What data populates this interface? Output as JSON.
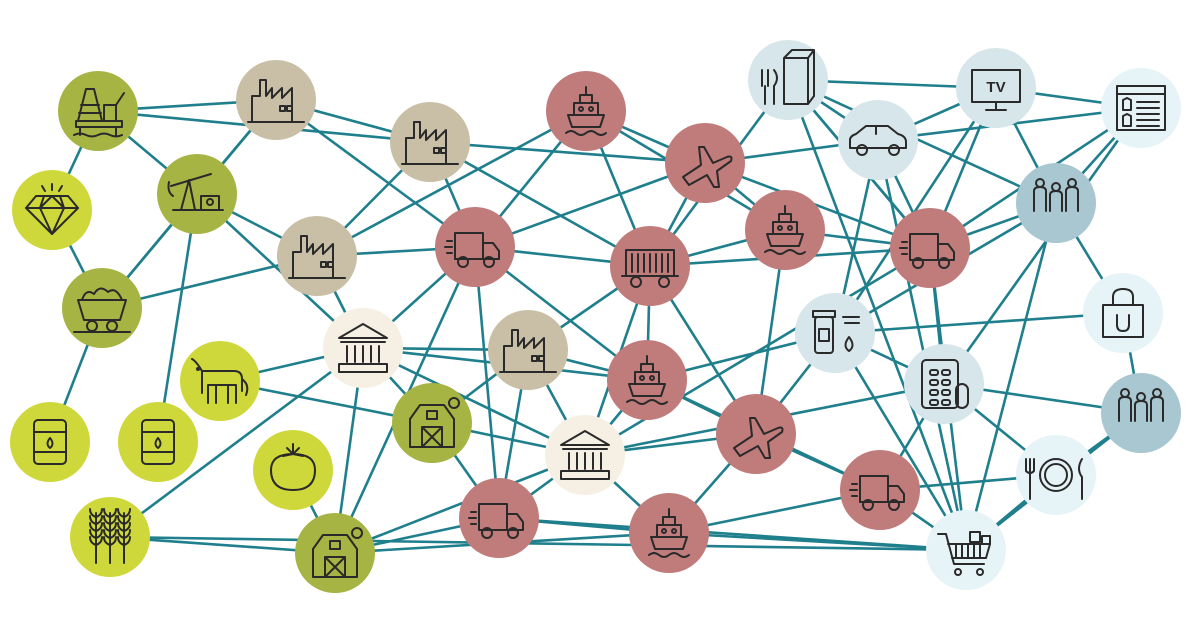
{
  "palette": {
    "edge": "#1f7f8c",
    "raw_light": "#cfd83a",
    "raw_dark": "#a6b443",
    "factory": "#c8bfa6",
    "finance": "#f5f0e3",
    "logistics": "#c07b7b",
    "consumer_light": "#d7e6ea",
    "consumer_mid": "#a9c7d1",
    "consumer_pale": "#e6f3f7"
  },
  "icon_labels": {
    "tv": "TV"
  },
  "nodes": [
    {
      "id": "oil-rig",
      "icon": "oil-rig-icon",
      "color": "raw_dark"
    },
    {
      "id": "diamond",
      "icon": "diamond-icon",
      "color": "raw_light"
    },
    {
      "id": "pumpjack",
      "icon": "pumpjack-icon",
      "color": "raw_dark"
    },
    {
      "id": "mine-cart",
      "icon": "mine-cart-icon",
      "color": "raw_dark"
    },
    {
      "id": "cow",
      "icon": "cow-icon",
      "color": "raw_light"
    },
    {
      "id": "barrel-left",
      "icon": "oil-barrel-icon",
      "color": "raw_light"
    },
    {
      "id": "barrel-right",
      "icon": "oil-barrel-icon",
      "color": "raw_light"
    },
    {
      "id": "tomato",
      "icon": "tomato-icon",
      "color": "raw_light"
    },
    {
      "id": "wheat",
      "icon": "wheat-icon",
      "color": "raw_light"
    },
    {
      "id": "barn-mid",
      "icon": "barn-icon",
      "color": "raw_dark"
    },
    {
      "id": "barn-bottom",
      "icon": "barn-icon",
      "color": "raw_dark"
    },
    {
      "id": "factory-1",
      "icon": "factory-icon",
      "color": "factory"
    },
    {
      "id": "factory-2",
      "icon": "factory-icon",
      "color": "factory"
    },
    {
      "id": "factory-3",
      "icon": "factory-icon",
      "color": "factory"
    },
    {
      "id": "factory-4",
      "icon": "factory-icon",
      "color": "factory"
    },
    {
      "id": "bank-1",
      "icon": "bank-icon",
      "color": "finance"
    },
    {
      "id": "bank-2",
      "icon": "bank-icon",
      "color": "finance"
    },
    {
      "id": "ship-1",
      "icon": "ship-icon",
      "color": "logistics"
    },
    {
      "id": "plane-1",
      "icon": "airplane-icon",
      "color": "logistics"
    },
    {
      "id": "truck-1",
      "icon": "truck-icon",
      "color": "logistics"
    },
    {
      "id": "ship-2",
      "icon": "ship-icon",
      "color": "logistics"
    },
    {
      "id": "railcar",
      "icon": "rail-car-icon",
      "color": "logistics"
    },
    {
      "id": "truck-2",
      "icon": "truck-icon",
      "color": "logistics"
    },
    {
      "id": "ship-3",
      "icon": "ship-icon",
      "color": "logistics"
    },
    {
      "id": "plane-2",
      "icon": "airplane-icon",
      "color": "logistics"
    },
    {
      "id": "truck-3",
      "icon": "truck-icon",
      "color": "logistics"
    },
    {
      "id": "ship-4",
      "icon": "ship-icon",
      "color": "logistics"
    },
    {
      "id": "truck-4",
      "icon": "truck-icon",
      "color": "logistics"
    },
    {
      "id": "grocery",
      "icon": "food-carton-icon",
      "color": "consumer_light"
    },
    {
      "id": "car",
      "icon": "car-icon",
      "color": "consumer_light"
    },
    {
      "id": "tv",
      "icon": "tv-icon",
      "color": "consumer_light"
    },
    {
      "id": "web-shop",
      "icon": "web-store-icon",
      "color": "consumer_pale"
    },
    {
      "id": "family-1",
      "icon": "family-icon",
      "color": "consumer_mid"
    },
    {
      "id": "shopping-bag",
      "icon": "shopping-bag-icon",
      "color": "consumer_pale"
    },
    {
      "id": "pharma",
      "icon": "medicine-icon",
      "color": "consumer_light"
    },
    {
      "id": "pills",
      "icon": "pills-icon",
      "color": "consumer_light"
    },
    {
      "id": "family-2",
      "icon": "family-icon",
      "color": "consumer_mid"
    },
    {
      "id": "dining",
      "icon": "dining-icon",
      "color": "consumer_pale"
    },
    {
      "id": "cart",
      "icon": "shopping-cart-icon",
      "color": "consumer_pale"
    }
  ],
  "edges": [
    [
      "oil-rig",
      "factory-1"
    ],
    [
      "oil-rig",
      "factory-2"
    ],
    [
      "oil-rig",
      "pumpjack"
    ],
    [
      "oil-rig",
      "diamond"
    ],
    [
      "diamond",
      "mine-cart"
    ],
    [
      "pumpjack",
      "factory-1"
    ],
    [
      "pumpjack",
      "factory-3"
    ],
    [
      "pumpjack",
      "mine-cart"
    ],
    [
      "pumpjack",
      "barrel-right"
    ],
    [
      "pumpjack",
      "bank-1"
    ],
    [
      "mine-cart",
      "factory-1"
    ],
    [
      "mine-cart",
      "barrel-left"
    ],
    [
      "mine-cart",
      "factory-3"
    ],
    [
      "cow",
      "bank-1"
    ],
    [
      "cow",
      "barn-mid"
    ],
    [
      "wheat",
      "barn-bottom"
    ],
    [
      "wheat",
      "bank-1"
    ],
    [
      "wheat",
      "cart"
    ],
    [
      "tomato",
      "barn-bottom"
    ],
    [
      "barn-bottom",
      "bank-1"
    ],
    [
      "barn-bottom",
      "truck-4"
    ],
    [
      "barn-bottom",
      "ship-4"
    ],
    [
      "barn-bottom",
      "bank-2"
    ],
    [
      "barn-bottom",
      "truck-1"
    ],
    [
      "barn-mid",
      "bank-1"
    ],
    [
      "barn-mid",
      "truck-4"
    ],
    [
      "barn-mid",
      "bank-2"
    ],
    [
      "barn-mid",
      "factory-4"
    ],
    [
      "factory-1",
      "factory-2"
    ],
    [
      "factory-2",
      "factory-3"
    ],
    [
      "factory-2",
      "truck-1"
    ],
    [
      "factory-2",
      "railcar"
    ],
    [
      "factory-2",
      "plane-1"
    ],
    [
      "factory-3",
      "bank-1"
    ],
    [
      "factory-3",
      "truck-1"
    ],
    [
      "factory-3",
      "ship-1"
    ],
    [
      "factory-1",
      "truck-1"
    ],
    [
      "bank-1",
      "truck-1"
    ],
    [
      "bank-1",
      "bank-2"
    ],
    [
      "bank-1",
      "ship-3"
    ],
    [
      "bank-1",
      "factory-4"
    ],
    [
      "factory-4",
      "bank-2"
    ],
    [
      "factory-4",
      "railcar"
    ],
    [
      "factory-4",
      "truck-4"
    ],
    [
      "factory-4",
      "ship-3"
    ],
    [
      "truck-1",
      "ship-1"
    ],
    [
      "truck-1",
      "plane-1"
    ],
    [
      "truck-1",
      "railcar"
    ],
    [
      "truck-1",
      "ship-3"
    ],
    [
      "truck-1",
      "truck-4"
    ],
    [
      "ship-1",
      "plane-1"
    ],
    [
      "ship-1",
      "ship-2"
    ],
    [
      "ship-1",
      "railcar"
    ],
    [
      "plane-1",
      "ship-2"
    ],
    [
      "plane-1",
      "truck-2"
    ],
    [
      "plane-1",
      "railcar"
    ],
    [
      "plane-1",
      "car"
    ],
    [
      "ship-2",
      "truck-2"
    ],
    [
      "ship-2",
      "railcar"
    ],
    [
      "ship-2",
      "plane-2"
    ],
    [
      "railcar",
      "bank-2"
    ],
    [
      "railcar",
      "ship-3"
    ],
    [
      "railcar",
      "truck-2"
    ],
    [
      "railcar",
      "plane-2"
    ],
    [
      "railcar",
      "grocery"
    ],
    [
      "ship-3",
      "bank-2"
    ],
    [
      "ship-3",
      "pharma"
    ],
    [
      "ship-3",
      "plane-2"
    ],
    [
      "ship-3",
      "truck-3"
    ],
    [
      "bank-2",
      "truck-4"
    ],
    [
      "bank-2",
      "ship-4"
    ],
    [
      "bank-2",
      "plane-2"
    ],
    [
      "bank-2",
      "truck-2"
    ],
    [
      "bank-2",
      "pills"
    ],
    [
      "truck-4",
      "ship-4"
    ],
    [
      "truck-4",
      "cart"
    ],
    [
      "ship-4",
      "cart"
    ],
    [
      "ship-4",
      "plane-2"
    ],
    [
      "ship-4",
      "truck-3"
    ],
    [
      "plane-2",
      "truck-3"
    ],
    [
      "plane-2",
      "pharma"
    ],
    [
      "truck-3",
      "cart"
    ],
    [
      "truck-3",
      "dining"
    ],
    [
      "truck-3",
      "pills"
    ],
    [
      "truck-2",
      "car"
    ],
    [
      "truck-2",
      "tv"
    ],
    [
      "truck-2",
      "family-1"
    ],
    [
      "truck-2",
      "pills"
    ],
    [
      "truck-2",
      "grocery"
    ],
    [
      "truck-2",
      "web-shop"
    ],
    [
      "grocery",
      "tv"
    ],
    [
      "grocery",
      "car"
    ],
    [
      "grocery",
      "truck-2"
    ],
    [
      "grocery",
      "cart"
    ],
    [
      "car",
      "tv"
    ],
    [
      "car",
      "web-shop"
    ],
    [
      "car",
      "cart"
    ],
    [
      "tv",
      "web-shop"
    ],
    [
      "tv",
      "family-1"
    ],
    [
      "tv",
      "pharma"
    ],
    [
      "web-shop",
      "family-1"
    ],
    [
      "web-shop",
      "pills"
    ],
    [
      "family-1",
      "shopping-bag"
    ],
    [
      "family-1",
      "cart"
    ],
    [
      "shopping-bag",
      "family-2"
    ],
    [
      "shopping-bag",
      "pharma"
    ],
    [
      "pharma",
      "family-1"
    ],
    [
      "pharma",
      "pills"
    ],
    [
      "pills",
      "family-2"
    ],
    [
      "pills",
      "dining"
    ],
    [
      "family-2",
      "dining"
    ],
    [
      "family-2",
      "cart"
    ],
    [
      "dining",
      "cart"
    ],
    [
      "cart",
      "pharma"
    ],
    [
      "cart",
      "truck-2"
    ],
    [
      "grocery",
      "family-1"
    ],
    [
      "car",
      "pharma"
    ]
  ]
}
